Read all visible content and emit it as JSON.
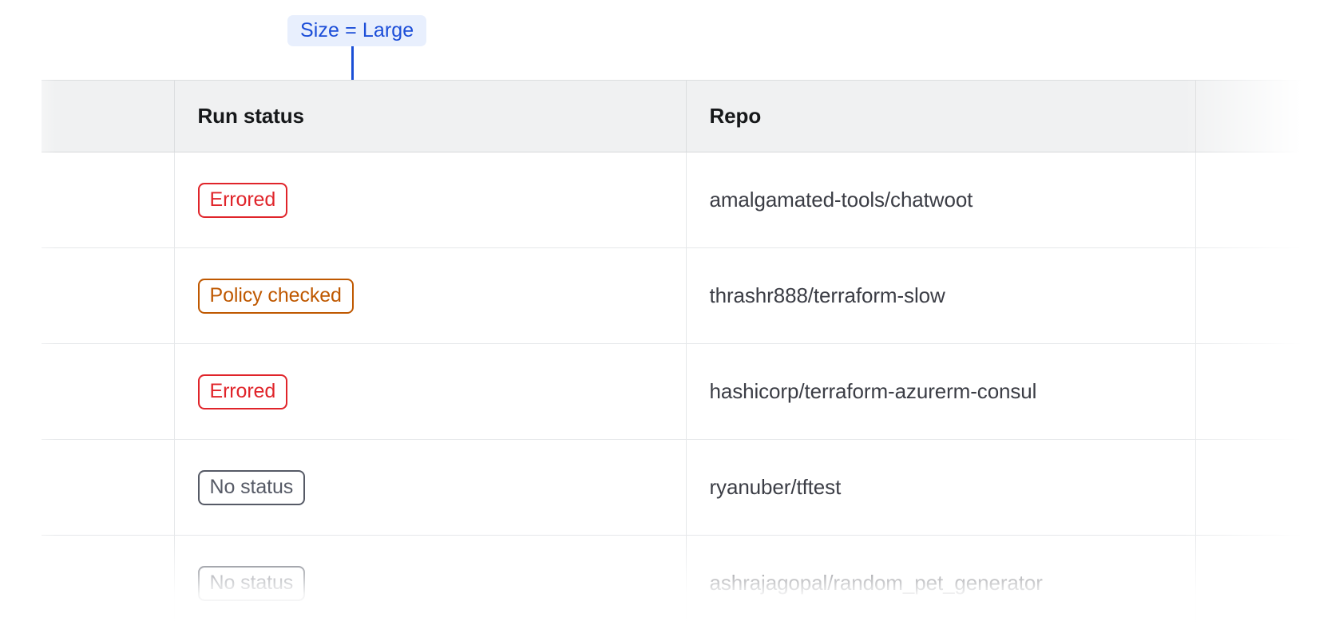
{
  "annotation": {
    "label": "Size = Large",
    "badge_bg": "#e8effd",
    "badge_text_color": "#1c4ed8",
    "leader_color": "#1a4fd6",
    "points_to": "run-status-cell-row-1"
  },
  "table": {
    "columns": [
      {
        "key": "spacer",
        "label": ""
      },
      {
        "key": "run_status",
        "label": "Run status"
      },
      {
        "key": "repo",
        "label": "Repo"
      },
      {
        "key": "tail",
        "label": ""
      }
    ],
    "rows": [
      {
        "run_status": "Errored",
        "status_variant": "errored",
        "repo": "amalgamated-tools/chatwoot"
      },
      {
        "run_status": "Policy checked",
        "status_variant": "policy-checked",
        "repo": "thrashr888/terraform-slow"
      },
      {
        "run_status": "Errored",
        "status_variant": "errored",
        "repo": "hashicorp/terraform-azurerm-consul"
      },
      {
        "run_status": "No status",
        "status_variant": "no-status",
        "repo": "ryanuber/tftest"
      },
      {
        "run_status": "No status",
        "status_variant": "no-status",
        "repo": "ashrajagopal/random_pet_generator"
      }
    ]
  },
  "colors": {
    "header_bg": "#f0f1f2",
    "header_text": "#16181a",
    "row_text": "#3b3d45",
    "border": "#e6e8ea",
    "errored": "#e0242a",
    "policy_checked": "#bf5800",
    "no_status": "#565a66"
  }
}
